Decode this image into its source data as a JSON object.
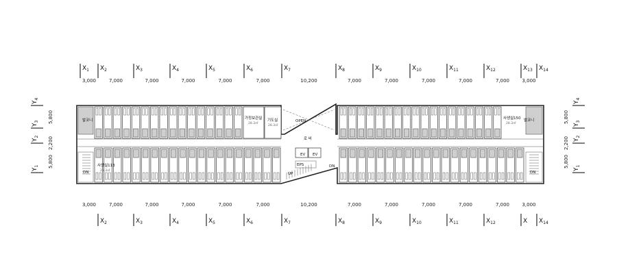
{
  "axes": {
    "top_x": [
      {
        "main": "X",
        "sub": "1"
      },
      {
        "main": "X",
        "sub": "2"
      },
      {
        "main": "X",
        "sub": "3"
      },
      {
        "main": "X",
        "sub": "4"
      },
      {
        "main": "X",
        "sub": "5"
      },
      {
        "main": "X",
        "sub": "6"
      },
      {
        "main": "X",
        "sub": "7"
      },
      {
        "main": "X",
        "sub": "8"
      },
      {
        "main": "X",
        "sub": "9"
      },
      {
        "main": "X",
        "sub": "10"
      },
      {
        "main": "X",
        "sub": "11"
      },
      {
        "main": "X",
        "sub": "12"
      },
      {
        "main": "X",
        "sub": "13"
      },
      {
        "main": "X",
        "sub": "14"
      }
    ],
    "bottom_x": [
      {
        "main": "X",
        "sub": "2"
      },
      {
        "main": "X",
        "sub": "3"
      },
      {
        "main": "X",
        "sub": "4"
      },
      {
        "main": "X",
        "sub": "5"
      },
      {
        "main": "X",
        "sub": "6"
      },
      {
        "main": "X",
        "sub": "7"
      },
      {
        "main": "X",
        "sub": "8"
      },
      {
        "main": "X",
        "sub": "9"
      },
      {
        "main": "X",
        "sub": "10"
      },
      {
        "main": "X",
        "sub": "11"
      },
      {
        "main": "X",
        "sub": "12"
      },
      {
        "main": "X",
        "sub": ""
      },
      {
        "main": "X",
        "sub": "14"
      }
    ],
    "y": [
      {
        "main": "Y",
        "sub": "4"
      },
      {
        "main": "Y",
        "sub": "3"
      },
      {
        "main": "Y",
        "sub": "2"
      },
      {
        "main": "Y",
        "sub": "1"
      }
    ]
  },
  "dimensions": {
    "top": [
      "3,000",
      "7,000",
      "7,000",
      "7,000",
      "7,000",
      "7,000",
      "10,200",
      "7,000",
      "7,000",
      "7,000",
      "7,000",
      "7,000",
      "3,000"
    ],
    "bottom": [
      "3,000",
      "7,000",
      "7,000",
      "7,000",
      "7,000",
      "7,000",
      "10,200",
      "7,000",
      "7,000",
      "7,000",
      "7,000",
      "7,000",
      "3,000"
    ],
    "vertical": [
      "5,800",
      "2,200",
      "5,800"
    ]
  },
  "rooms": {
    "balcony_left": "발코니",
    "balcony_right": "발코니",
    "office_left": "사생실113",
    "office_left_area": "28.3㎡",
    "office_right": "사생실150",
    "office_right_area": "28.3㎡",
    "caretaker": "가정보관실",
    "caretaker_area": "28.3㎡",
    "machine": "기도실",
    "machine_area": "28.3㎡",
    "lobby": "로 비",
    "open": "OPEN",
    "ev1": "EV",
    "ev2": "EV",
    "eps": "EPS",
    "up": "UP",
    "dn1": "DN",
    "dn2": "DN",
    "dn3": "DN"
  }
}
